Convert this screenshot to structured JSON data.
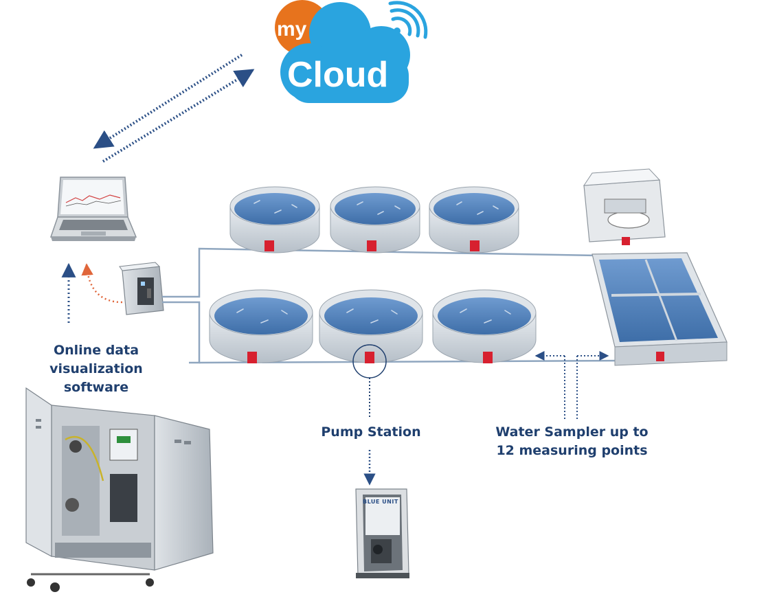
{
  "cloud": {
    "word_small": "my",
    "word_large": "Cloud"
  },
  "labels": {
    "software_line1": "Online data",
    "software_line2": "visualization",
    "software_line3": "software",
    "pump_station": "Pump Station",
    "sampler_line1": "Water Sampler up to",
    "sampler_line2": "12 measuring points"
  },
  "unit_brand": "BLUE UNIT",
  "colors": {
    "label_text": "#1f3f6e",
    "cloud_blue": "#2aa4df",
    "cloud_orange": "#e7731d",
    "arrow_blue": "#2b4f86",
    "arrow_orange": "#e0663a",
    "water": "#4d7fb8",
    "pipe": "#8fa6bf",
    "valve": "#d7202f"
  }
}
